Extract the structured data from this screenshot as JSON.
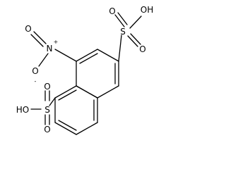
{
  "molecule": {
    "atoms": {
      "sulfur_top": "S",
      "oxygen_top_left": "O",
      "oxygen_top_right": "O",
      "hydroxyl_top": "OH",
      "nitrogen": "N",
      "nitrogen_charge": "+",
      "nitro_oxygen_top": "O",
      "nitro_oxygen_bottom": "O",
      "nitro_oxygen_charge": "-",
      "sulfur_bottom": "S",
      "oxygen_bottom_top": "O",
      "oxygen_bottom_bottom": "O",
      "hydroxyl_bottom": "HO"
    }
  }
}
